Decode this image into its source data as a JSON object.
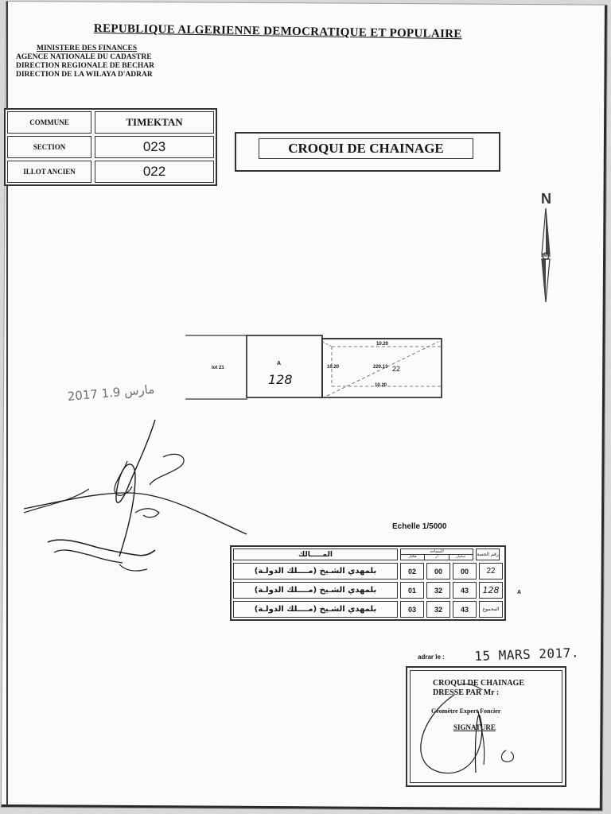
{
  "header": {
    "republic": "REPUBLIQUE ALGERIENNE DEMOCRATIQUE ET POPULAIRE",
    "ministry_lines": [
      "MINISTERE DES FINANCES",
      "AGENCE NATIONALE DU CADASTRE",
      "DIRECTION REGIONALE DE BECHAR",
      "DIRECTION DE LA WILAYA D'ADRAR"
    ]
  },
  "info": {
    "commune_label": "COMMUNE",
    "commune_value": "TIMEKTAN",
    "section_label": "SECTION",
    "section_value": "023",
    "illot_label": "ILLOT ANCIEN",
    "illot_value": "022"
  },
  "document_title": "CROQUI DE CHAINAGE",
  "north_label": "N",
  "plan": {
    "lot_label": "lot 21",
    "parcel_letter": "A",
    "parcel_number": "128",
    "measure_left": "10.20",
    "measure_top": "10.20",
    "measure_mid": "220.13",
    "measure_bottom": "10.20",
    "lot_number": "22"
  },
  "stamp_date_ar": "2017 مارس 1.9",
  "scale": "Echelle 1/5000",
  "property_table": {
    "header": {
      "owner": "المـــــالك",
      "area_title": "المساحة",
      "area_units": [
        "هكتار",
        "آر",
        "سنتيار"
      ],
      "lot": "رقم الحصة"
    },
    "rows": [
      {
        "owner": "بلمهدي الشـيخ (مــــلك الدولـة)",
        "ha": "02",
        "a": "00",
        "ca": "00",
        "lot": "22"
      },
      {
        "owner": "بلمهدي الشـيخ (مــــلك الدولـة)",
        "ha": "01",
        "a": "32",
        "ca": "43",
        "lot": "128"
      },
      {
        "owner": "بلمهدي الشـيخ (مــــلك الدولـة)",
        "ha": "03",
        "a": "32",
        "ca": "43",
        "lot": "المجموع"
      }
    ],
    "row_mark": "A"
  },
  "place_date": {
    "label": "adrar le :",
    "value": "15 MARS 2017."
  },
  "signature_box": {
    "line1": "CROQUI DE CHAINAGE",
    "line2": "DRESSE PAR Mr :",
    "line3": "Géomètre Expert Foncier",
    "line4": "SIGNATURE"
  }
}
